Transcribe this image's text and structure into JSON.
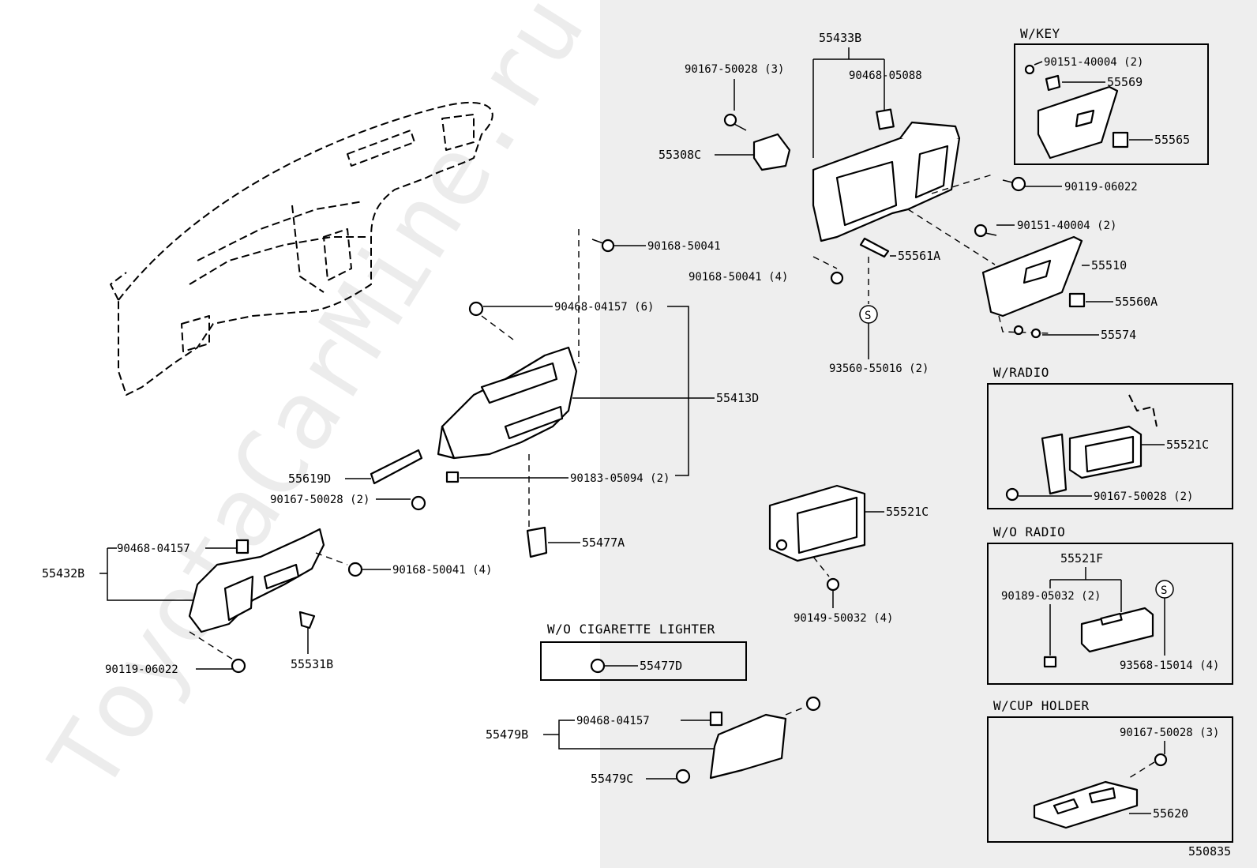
{
  "watermark": "ToyotaCarMine.ru",
  "diagram_number": "550835",
  "parts": {
    "p55433B": "55433B",
    "p90468_05088": "90468-05088",
    "p90167_50028_3_top": "90167-50028 (3)",
    "p55308C": "55308C",
    "p90119_06022_right": "90119-06022",
    "p90151_40004_2": "90151-40004 (2)",
    "p55510": "55510",
    "p55560A": "55560A",
    "p55574": "55574",
    "p55561A": "55561A",
    "p90168_50041_4_mid": "90168-50041 (4)",
    "p93560_55016_2": "93560-55016 (2)",
    "p90168_50041": "90168-50041",
    "p90468_04157_6": "90468-04157 (6)",
    "p55413D": "55413D",
    "p55619D": "55619D",
    "p90183_05094_2": "90183-05094 (2)",
    "p90167_50028_2_left": "90167-50028 (2)",
    "p55477A": "55477A",
    "p90468_04157_left": "90468-04157",
    "p55432B": "55432B",
    "p90168_50041_4_left": "90168-50041 (4)",
    "p90119_06022_left": "90119-06022",
    "p55531B": "55531B",
    "p55521C_mid": "55521C",
    "p90149_50032_4": "90149-50032 (4)",
    "p55477D": "55477D",
    "p55479B": "55479B",
    "p90468_04157_bottom": "90468-04157",
    "p55479C": "55479C"
  },
  "insets": {
    "wkey": {
      "title": "W/KEY",
      "p90151_40004_2": "90151-40004 (2)",
      "p55569": "55569",
      "p55565": "55565"
    },
    "wradio": {
      "title": "W/RADIO",
      "p55521C": "55521C",
      "p90167_50028_2": "90167-50028 (2)"
    },
    "woradio": {
      "title": "W/O RADIO",
      "p55521F": "55521F",
      "p90189_05032_2": "90189-05032 (2)",
      "p93568_15014_4": "93568-15014 (4)",
      "s_symbol": "S"
    },
    "wcupholder": {
      "title": "W/CUP HOLDER",
      "p90167_50028_3": "90167-50028 (3)",
      "p55620": "55620"
    },
    "wocigarette": {
      "title": "W/O CIGARETTE LIGHTER",
      "p55477D": "55477D"
    }
  },
  "s_symbol": "S"
}
